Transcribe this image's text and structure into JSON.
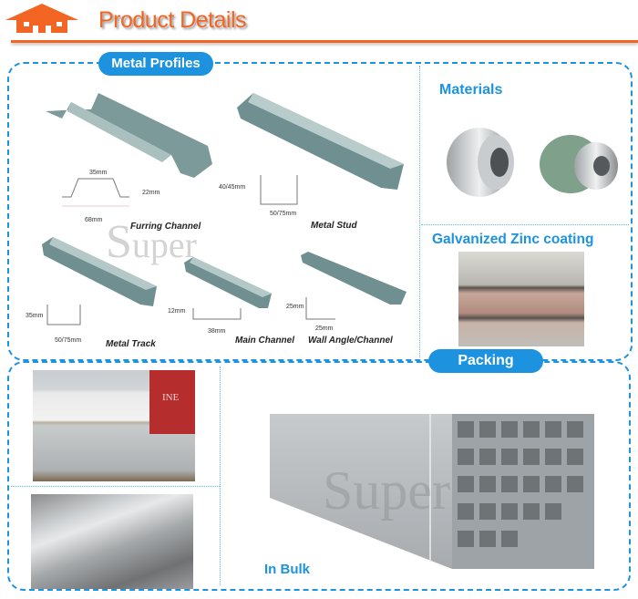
{
  "header": {
    "title": "Product Details",
    "logo_icon": "house-logo-icon",
    "accent_color": "#f26522"
  },
  "sections": {
    "metal_profiles": {
      "title": "Metal Profiles",
      "items": [
        {
          "name": "Furring Channel",
          "dims": [
            "35mm",
            "22mm",
            "68mm"
          ]
        },
        {
          "name": "Metal Stud",
          "dims": [
            "40/45mm",
            "50/75mm"
          ]
        },
        {
          "name": "Metal Track",
          "dims": [
            "35mm",
            "50/75mm"
          ]
        },
        {
          "name": "Main Channel",
          "dims": [
            "12mm",
            "38mm"
          ]
        },
        {
          "name": "Wall Angle/Channel",
          "dims": [
            "25mm",
            "25mm"
          ]
        }
      ]
    },
    "materials": {
      "title": "Materials"
    },
    "zinc": {
      "title": "Galvanized Zinc coating"
    },
    "packing": {
      "title": "Packing",
      "bulk_label": "In Bulk",
      "container_text": "INE"
    }
  },
  "watermark": {
    "text": "Super"
  },
  "colors": {
    "section_blue": "#1d93e0",
    "orange": "#f26522"
  }
}
